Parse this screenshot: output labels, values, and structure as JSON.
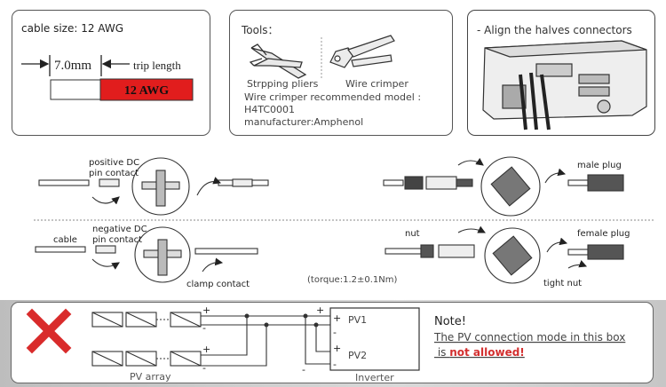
{
  "panel_cable": {
    "cable_size": "cable size: 12 AWG",
    "strip_length": "7.0mm",
    "trip_length_label": "trip length",
    "wire_label": "12 AWG"
  },
  "panel_tools": {
    "title": "Tools：",
    "stripping_pliers": "Strpping pliers",
    "wire_crimper": "Wire crimper",
    "recommended_model_label": "Wire crimper recommended model :",
    "model": "H4TC0001",
    "manufacturer": "manufacturer:Amphenol"
  },
  "panel_connectors": {
    "title": "- Align the halves connectors"
  },
  "steps": {
    "positive_dc_line1": "positive DC",
    "positive_dc_line2": "pin contact",
    "male_plug": "male plug",
    "cable": "cable",
    "negative_dc_line1": "negative DC",
    "negative_dc_line2": "pin contact",
    "clamp_contact": "clamp contact",
    "torque": "(torque:1.2±0.1Nm)",
    "nut": "nut",
    "female_plug": "female plug",
    "tight_nut": "tight nut"
  },
  "warning": {
    "pv_array": "PV array",
    "inverter": "Inverter",
    "pv1": "PV1",
    "pv2": "PV2",
    "plus": "+",
    "minus": "-",
    "note_title": "Note!",
    "note_line1": "The PV connection mode in this box",
    "note_line2_prefix": " is ",
    "note_line2_emph": "not allowed!",
    "colors": {
      "cross": "#d92b2b",
      "emphasis": "#d32f2f",
      "awg_fill": "#e11d1d"
    }
  }
}
